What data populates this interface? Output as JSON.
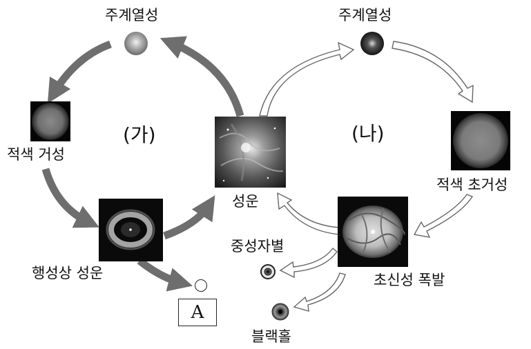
{
  "labels": {
    "main_sequence_left": "주계열성",
    "main_sequence_right": "주계열성",
    "red_giant": "적색 거성",
    "planetary_nebula": "행성상 성운",
    "nebula": "성운",
    "red_supergiant": "적색 초거성",
    "supernova": "초신성 폭발",
    "neutron_star": "중성자별",
    "black_hole": "블랙홀",
    "group_ga": "(가)",
    "group_na": "(나)",
    "box_a": "A"
  }
}
